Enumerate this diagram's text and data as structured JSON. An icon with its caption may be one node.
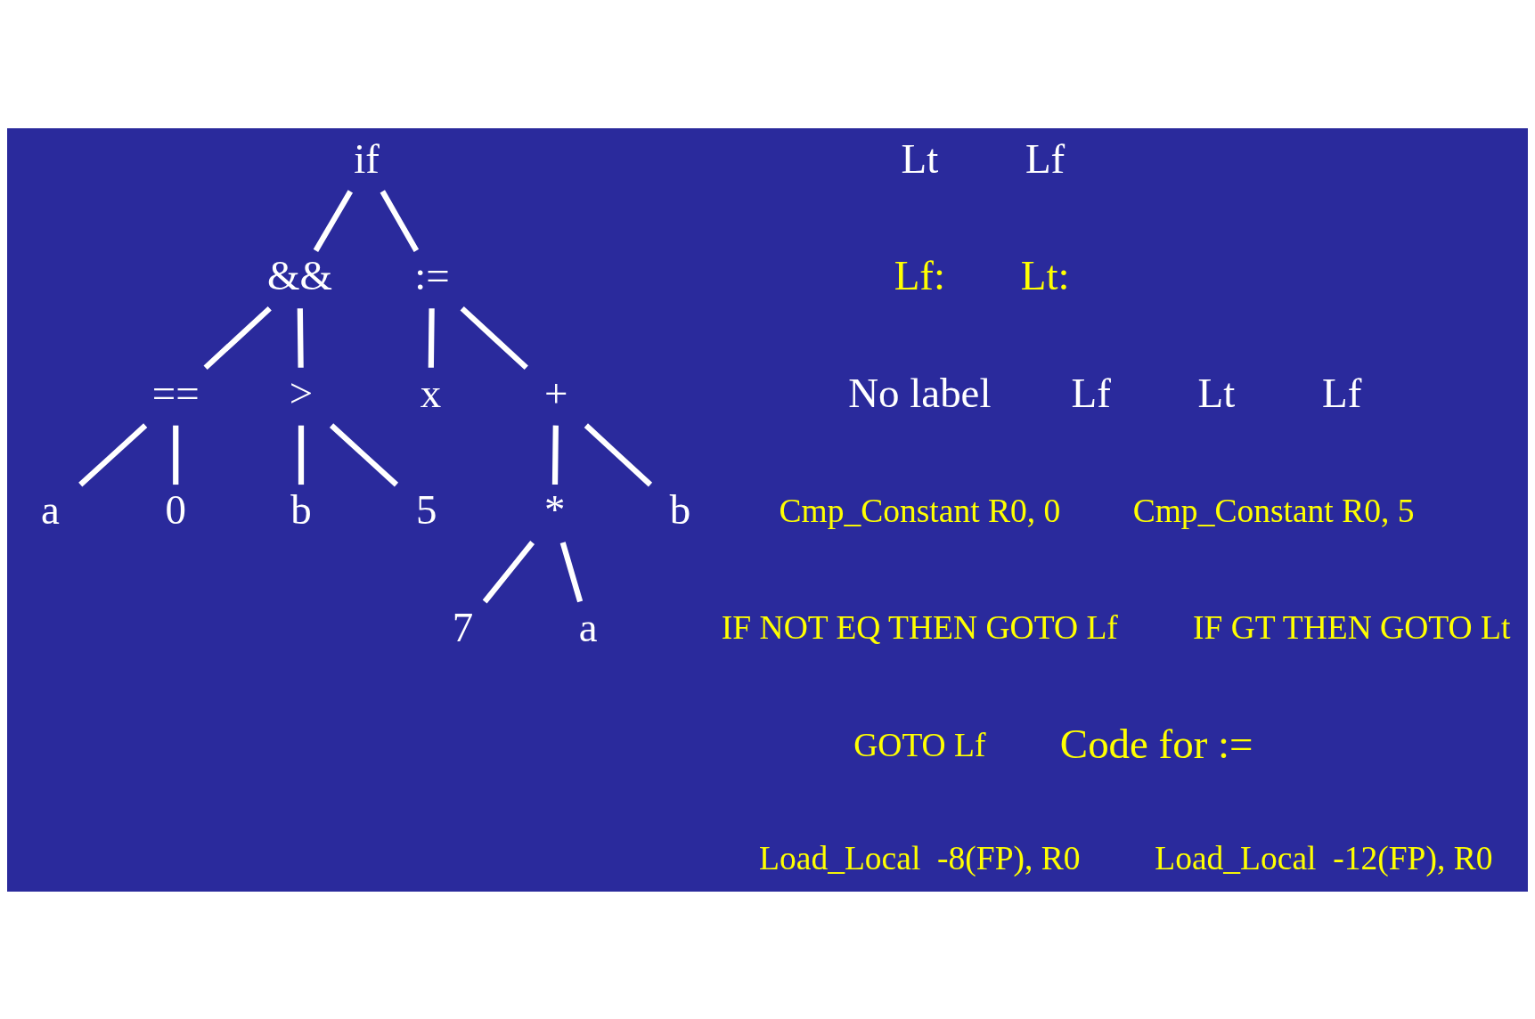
{
  "diagram": {
    "nodes": [
      {
        "text": [
          "if"
        ]
      },
      {
        "text": [
          "&&"
        ]
      },
      {
        "text": [
          ":="
        ]
      },
      {
        "text": [
          "=="
        ]
      },
      {
        "text": [
          ">"
        ]
      },
      {
        "text": [
          "a"
        ]
      },
      {
        "text": [
          "0"
        ]
      },
      {
        "text": [
          "b"
        ]
      },
      {
        "text": [
          "5"
        ]
      },
      {
        "text": [
          "x"
        ]
      },
      {
        "text": [
          "+"
        ]
      },
      {
        "text": [
          "*"
        ]
      },
      {
        "text": [
          "b"
        ]
      },
      {
        "text": [
          "7"
        ]
      },
      {
        "text": [
          "a"
        ]
      }
    ],
    "edges": [
      {
        "from": 0,
        "to": 1,
        "arrow": "none"
      },
      {
        "from": 0,
        "to": 2,
        "arrow": "none"
      },
      {
        "from": 1,
        "to": 3,
        "arrow": "none"
      },
      {
        "from": 1,
        "to": 4,
        "arrow": "none"
      },
      {
        "from": 3,
        "to": 5,
        "arrow": "none"
      },
      {
        "from": 3,
        "to": 6,
        "arrow": "none"
      },
      {
        "from": 4,
        "to": 7,
        "arrow": "none"
      },
      {
        "from": 4,
        "to": 8,
        "arrow": "none"
      },
      {
        "from": 2,
        "to": 9,
        "arrow": "none"
      },
      {
        "from": 2,
        "to": 10,
        "arrow": "none"
      },
      {
        "from": 10,
        "to": 11,
        "arrow": "none"
      },
      {
        "from": 10,
        "to": 12,
        "arrow": "none"
      },
      {
        "from": 11,
        "to": 13,
        "arrow": "none"
      },
      {
        "from": 11,
        "to": 14,
        "arrow": "none"
      }
    ],
    "labels": [
      "Lt",
      "Lf",
      "Lf:",
      "Lt:",
      "No label",
      "Lf",
      "Lt",
      "Lf",
      "Cmp_Constant R0, 0",
      "Cmp_Constant R0, 5",
      "IF NOT EQ THEN GOTO Lf",
      "IF GT THEN GOTO Lt",
      "GOTO Lf",
      "Code for :=",
      "Load_Local  -8(FP), R0",
      "Load_Local  -12(FP), R0"
    ]
  }
}
